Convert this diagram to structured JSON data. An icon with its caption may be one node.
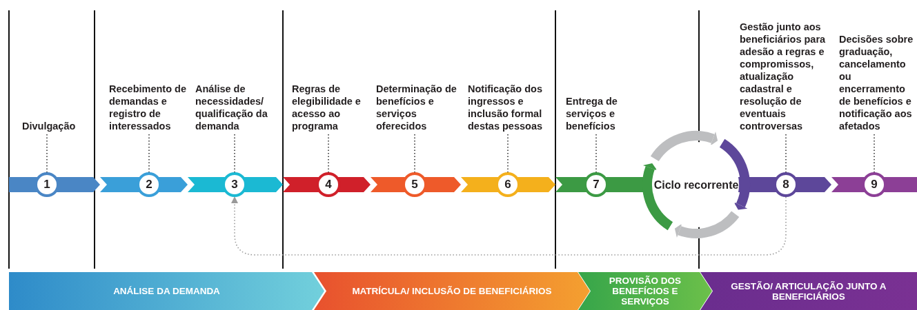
{
  "diagram": {
    "nodes": [
      {
        "text": [
          "Divulgação"
        ]
      },
      {
        "text": [
          "Recebimento de demandas e registro de interessados"
        ]
      },
      {
        "text": [
          "Análise de necessidades/ qualificação da demanda"
        ]
      },
      {
        "text": [
          "Regras de elegibilidade e acesso ao programa"
        ]
      },
      {
        "text": [
          "Determinação de benefícios e serviços oferecidos"
        ]
      },
      {
        "text": [
          "Notificação dos ingressos e inclusão formal destas pessoas"
        ]
      },
      {
        "text": [
          "Entrega de serviços e benefícios"
        ]
      },
      {
        "text": [
          "Gestão junto aos beneficiários para adesão a regras e compromissos, atualização cadastral e resolução de eventuais controversas"
        ]
      },
      {
        "text": [
          "Decisões sobre graduação, cancelamento ou encerramento de benefícios e notificação aos afetados"
        ]
      },
      {
        "text": [
          "1"
        ]
      },
      {
        "text": [
          "2"
        ]
      },
      {
        "text": [
          "3"
        ]
      },
      {
        "text": [
          "4"
        ]
      },
      {
        "text": [
          "5"
        ]
      },
      {
        "text": [
          "6"
        ]
      },
      {
        "text": [
          "7"
        ]
      },
      {
        "text": [
          "8"
        ]
      },
      {
        "text": [
          "9"
        ]
      },
      {
        "text": [
          "Ciclo recorrente"
        ]
      },
      {
        "text": [
          "ANÁLISE DA DEMANDA"
        ]
      },
      {
        "text": [
          "MATRÍCULA/ INCLUSÃO DE BENEFICIÁRIOS"
        ]
      },
      {
        "text": [
          "PROVISÃO DOS BENEFÍCIOS E SERVIÇOS"
        ]
      },
      {
        "text": [
          "GESTÃO/ ARTICULAÇÃO JUNTO A BENEFICIÁRIOS"
        ]
      }
    ],
    "edges": [
      {
        "from": 0,
        "to": 9,
        "arrow": "none",
        "style": "dashed"
      },
      {
        "from": 1,
        "to": 10,
        "arrow": "none",
        "style": "dashed"
      },
      {
        "from": 2,
        "to": 11,
        "arrow": "none",
        "style": "dashed"
      },
      {
        "from": 3,
        "to": 12,
        "arrow": "none",
        "style": "dashed"
      },
      {
        "from": 4,
        "to": 13,
        "arrow": "none",
        "style": "dashed"
      },
      {
        "from": 5,
        "to": 14,
        "arrow": "none",
        "style": "dashed"
      },
      {
        "from": 6,
        "to": 15,
        "arrow": "none",
        "style": "dashed"
      },
      {
        "from": 7,
        "to": 16,
        "arrow": "none",
        "style": "dashed"
      },
      {
        "from": 8,
        "to": 17,
        "arrow": "none",
        "style": "dashed"
      },
      {
        "from": 16,
        "to": 11,
        "arrow": "to",
        "style": "dashed",
        "color": "#999999"
      }
    ]
  }
}
